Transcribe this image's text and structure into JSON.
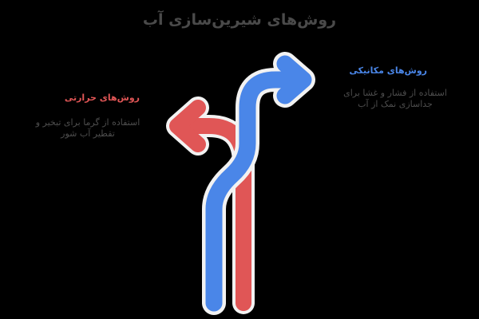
{
  "title": "روش‌های شیرین‌سازی آب",
  "branches": [
    {
      "id": "right",
      "label": "روش‌های مکانیکی",
      "description": "استفاده از فشار و غشا برای جداسازی نمک از آب",
      "color": "#4a86e8",
      "direction": "right"
    },
    {
      "id": "left",
      "label": "روش‌های حرارتی",
      "description": "استفاده از گرما برای تبخیر و تقطیر آب شور",
      "color": "#e05656",
      "direction": "left"
    }
  ],
  "colors": {
    "background": "#000000",
    "outline": "#f2f2f2",
    "text": "#4d4d4d"
  }
}
